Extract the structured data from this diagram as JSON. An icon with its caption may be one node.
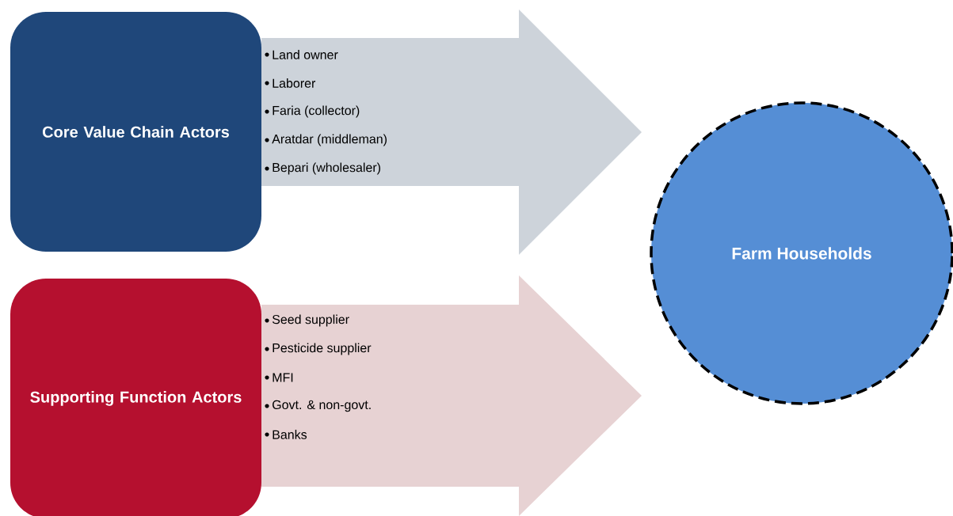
{
  "diagram": {
    "nodes": [
      {
        "text": [
          "Core Value Chain Actors"
        ]
      },
      {
        "text": [
          "Land owner",
          "Laborer",
          "Faria (collector)",
          "Aratdar (middleman)",
          "Bepari (wholesaler)"
        ]
      },
      {
        "text": [
          "Supporting Function Actors"
        ]
      },
      {
        "text": [
          "Seed supplier",
          "Pesticide supplier",
          "MFI",
          "Govt. & non-govt.",
          "Banks"
        ]
      },
      {
        "text": [
          "Farm Households"
        ]
      }
    ]
  }
}
